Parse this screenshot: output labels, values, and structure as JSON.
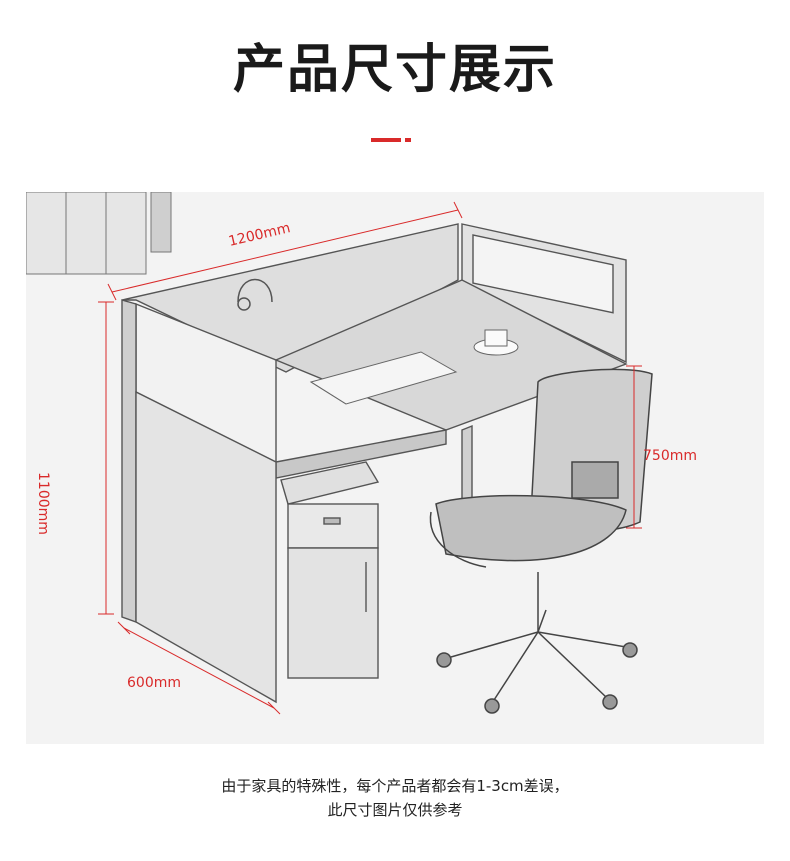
{
  "header": {
    "title": "产品尺寸展示"
  },
  "dimensions": {
    "width": "1200mm",
    "height": "1100mm",
    "depth": "600mm",
    "desk_height": "750mm"
  },
  "note": {
    "line1": "由于家具的特殊性，每个产品者都会有1-3cm差误，",
    "line2": "此尺寸图片仅供参考"
  },
  "colors": {
    "accent": "#d92a2a",
    "sketch_bg": "#f3f3f3",
    "ink": "#555555"
  }
}
